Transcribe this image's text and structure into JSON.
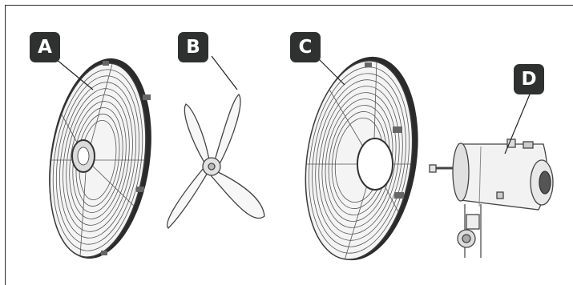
{
  "labels": {
    "a": "A",
    "b": "B",
    "c": "C",
    "d": "D"
  },
  "colors": {
    "badge": "#2f3030",
    "line": "#3c3c3c",
    "dark_rim": "#2b2b2b"
  },
  "parts": {
    "a": "rear-grille",
    "b": "fan-blade",
    "c": "front-grille",
    "d": "motor-housing"
  }
}
